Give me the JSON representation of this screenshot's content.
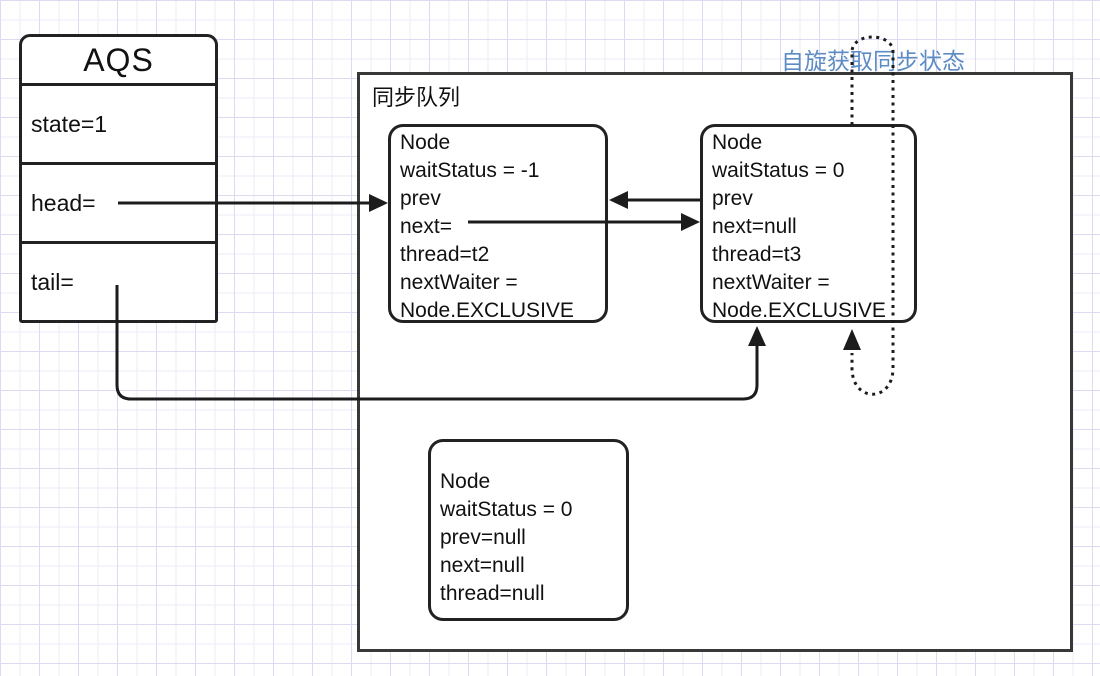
{
  "diagram": {
    "aqs": {
      "title": "AQS",
      "rows": [
        "state=1",
        "head=",
        "tail="
      ]
    },
    "queue": {
      "label": "同步队列"
    },
    "spin_annotation": {
      "text": "自旋获取同步状态",
      "color": "#5d8cc4"
    },
    "nodes": [
      {
        "name": "head-node",
        "lines": [
          "Node",
          "waitStatus = -1",
          "prev",
          "next=",
          "thread=t2",
          "nextWaiter =",
          "Node.EXCLUSIVE"
        ]
      },
      {
        "name": "tail-node",
        "lines": [
          "Node",
          "waitStatus = 0",
          "prev",
          "next=null",
          "thread=t3",
          "nextWaiter =",
          "Node.EXCLUSIVE"
        ]
      },
      {
        "name": "idle-node",
        "lines": [
          "Node",
          "waitStatus = 0",
          "prev=null",
          "next=null",
          "thread=null"
        ]
      }
    ],
    "colors": {
      "stroke": "#1c1c1c",
      "annotation_blue": "#5d8cc4"
    }
  }
}
